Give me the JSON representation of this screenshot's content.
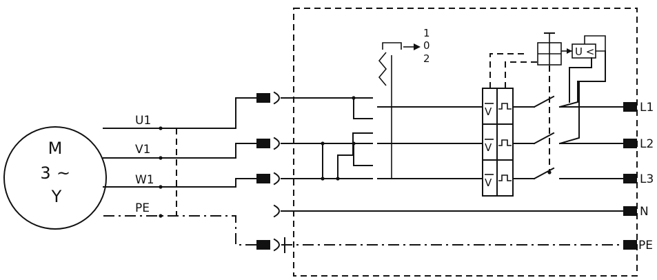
{
  "motor": {
    "line1": "M",
    "line2": "3",
    "line2_symbol": "~",
    "line3": "Y",
    "terminals": [
      "U1",
      "V1",
      "W1",
      "PE"
    ]
  },
  "switch": {
    "positions": [
      "1",
      "0",
      "2"
    ]
  },
  "relay": {
    "label": "V",
    "dial": "U <"
  },
  "supply": {
    "terminals": [
      "L1",
      "L2",
      "L3",
      "N",
      "PE"
    ]
  }
}
